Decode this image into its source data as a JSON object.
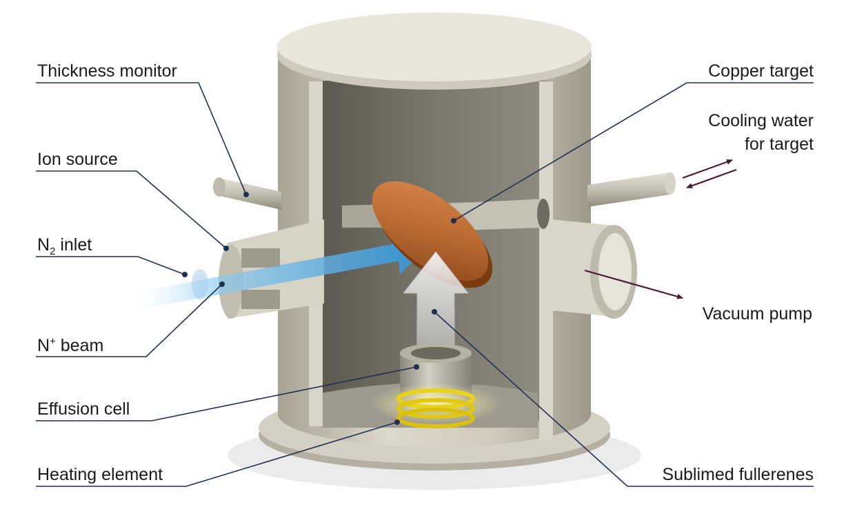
{
  "labels": {
    "thickness_monitor": "Thickness monitor",
    "ion_source": "Ion source",
    "n2_inlet_prefix": "N",
    "n2_inlet_sub": "2",
    "n2_inlet_suffix": " inlet",
    "n_beam_prefix": "N",
    "n_beam_sup": "+",
    "n_beam_suffix": " beam",
    "effusion_cell": "Effusion cell",
    "heating_element": "Heating element",
    "copper_target": "Copper target",
    "cooling_water_line1": "Cooling water",
    "cooling_water_line2": "for target",
    "vacuum_pump": "Vacuum pump",
    "sublimed_fullerenes": "Sublimed fullerenes"
  },
  "colors": {
    "leader_line": "#1f2e52",
    "flow_arrow": "#4a1a33",
    "chamber": "#c9c4b5",
    "copper": "#b86a32",
    "ion_beam": "#6fb8e8",
    "heater": "#e8d21a"
  }
}
